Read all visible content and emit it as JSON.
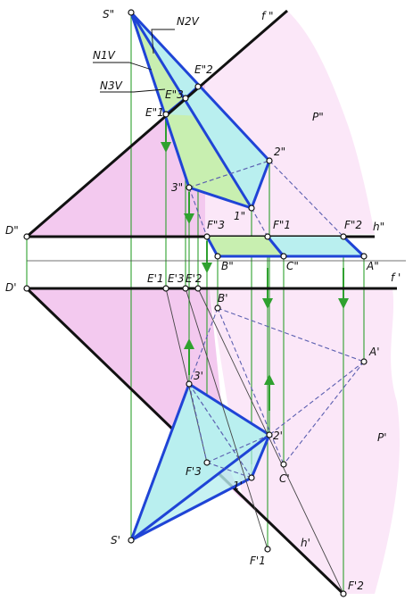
{
  "colors": {
    "background": "#ffffff",
    "pink_fill": "#f3c9ef",
    "light_pink_fill": "#fbe7f8",
    "cyan_fill": "#b9efef",
    "green_fill": "#c8efb0",
    "blue_edge": "#1f44d6",
    "black_line": "#111111",
    "green_line": "#2fa12f",
    "dash_line": "#5b5fb0",
    "thin_line": "#444444"
  },
  "labels": {
    "S2": "S\"",
    "N1V": "N1V",
    "N2V": "N2V",
    "N3V": "N3V",
    "E2_2": "E\"2",
    "E3_2": "E\"3",
    "E1_2": "E\"1",
    "f2": "f \"",
    "P2": "P\"",
    "p2": "2\"",
    "p3": "3\"",
    "p1": "1\"",
    "D2": "D\"",
    "F3_2": "F\"3",
    "F1_2": "F\"1",
    "F2_2": "F\"2",
    "h2": "h\"",
    "B2": "B\"",
    "C2": "C\"",
    "A2": "A\"",
    "D1": "D'",
    "E1_1": "E'1",
    "E3_1": "E'3",
    "E2_1": "E'2",
    "f1": "f '",
    "B1": "B'",
    "A1": "A'",
    "p3_1": "3'",
    "p2_1": "2'",
    "P1": "P'",
    "F3_1": "F'3",
    "p1_1": "1'",
    "C1": "C'",
    "S1": "S'",
    "F1_1": "F'1",
    "h1": "h'",
    "F2_1": "F'2"
  }
}
